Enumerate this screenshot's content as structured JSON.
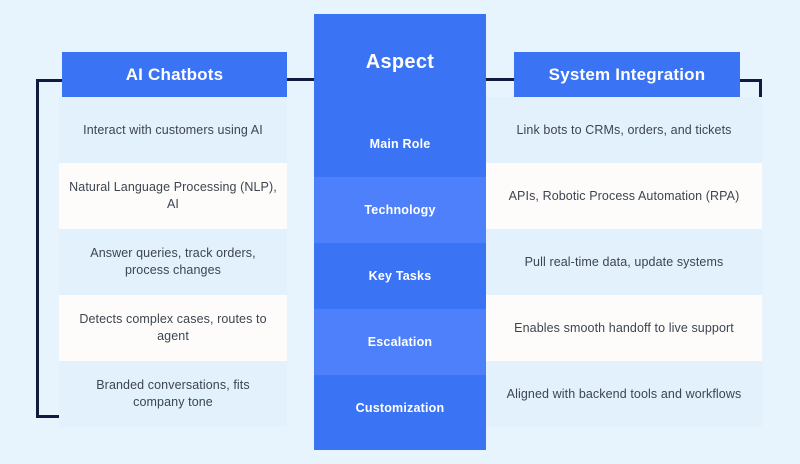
{
  "background_color": "#e8f4fd",
  "accent_color": "#3b73f5",
  "accent_alt_color": "#4d80fa",
  "outline_color": "#0f1c3f",
  "row_shade_a": "#e2f1fc",
  "row_shade_b": "#fdfcfa",
  "body_text_color": "#3d4551",
  "headers": {
    "left": "AI Chatbots",
    "center": "Aspect",
    "right": "System Integration"
  },
  "rows": [
    {
      "aspect": "Main Role",
      "left": "Interact with customers using AI",
      "right": "Link bots to CRMs, orders, and tickets"
    },
    {
      "aspect": "Technology",
      "left": "Natural Language Processing (NLP), AI",
      "right": "APIs, Robotic Process Automation (RPA)"
    },
    {
      "aspect": "Key Tasks",
      "left": "Answer queries, track orders, process changes",
      "right": "Pull real-time data, update systems"
    },
    {
      "aspect": "Escalation",
      "left": "Detects complex cases, routes to agent",
      "right": "Enables smooth handoff to live support"
    },
    {
      "aspect": "Customization",
      "left": "Branded conversations, fits company tone",
      "right": "Aligned with backend tools and workflows"
    }
  ]
}
